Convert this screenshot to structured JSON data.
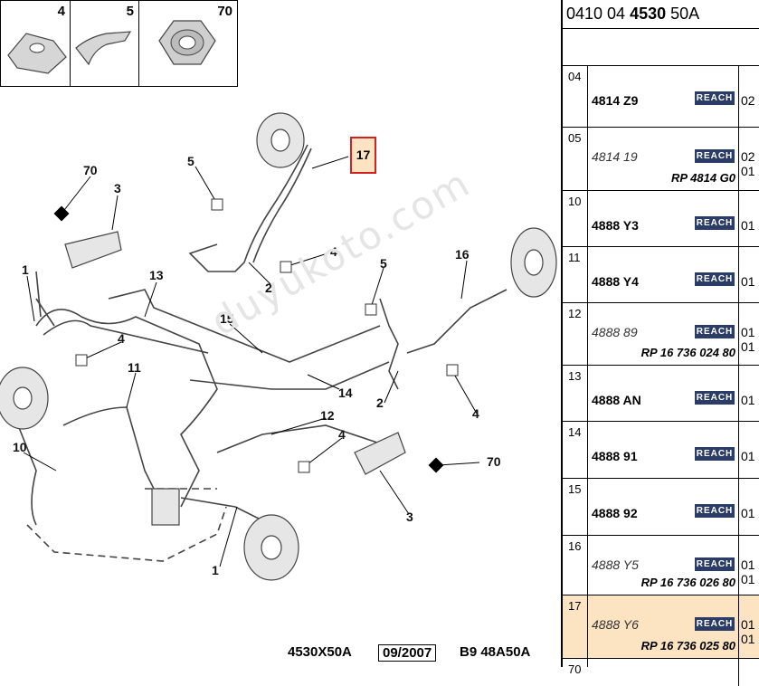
{
  "thumbnails": [
    {
      "num": "4",
      "icon": "clip-icon"
    },
    {
      "num": "5",
      "icon": "clip-icon"
    },
    {
      "num": "70",
      "icon": "nut-icon"
    }
  ],
  "callouts": {
    "c1a": "1",
    "c1b": "1",
    "c2a": "2",
    "c2b": "2",
    "c3a": "3",
    "c3b": "3",
    "c4a": "4",
    "c4b": "4",
    "c4c": "4",
    "c4d": "4",
    "c5a": "5",
    "c5b": "5",
    "c10": "10",
    "c11": "11",
    "c12": "12",
    "c13": "13",
    "c14": "14",
    "c15": "15",
    "c16": "16",
    "c70a": "70",
    "c70b": "70",
    "c17": "17"
  },
  "watermark": "duyukoto.com",
  "footer": {
    "ref": "4530X50A",
    "date": "09/2007",
    "code": "B9 48A50A"
  },
  "table": {
    "header_prefix": "0410 04 ",
    "header_bold": "4530",
    "header_suffix": " 50A",
    "reach_label": "REACH",
    "rows": [
      {
        "idx": "04",
        "code": "4814 Z9",
        "italic": false,
        "qty": [
          "02"
        ],
        "rp": ""
      },
      {
        "idx": "05",
        "code": "4814 19",
        "italic": true,
        "qty": [
          "02",
          "01"
        ],
        "rp": "RP 4814 G0"
      },
      {
        "idx": "10",
        "code": "4888 Y3",
        "italic": false,
        "qty": [
          "01"
        ],
        "rp": ""
      },
      {
        "idx": "11",
        "code": "4888 Y4",
        "italic": false,
        "qty": [
          "01"
        ],
        "rp": ""
      },
      {
        "idx": "12",
        "code": "4888 89",
        "italic": true,
        "qty": [
          "01",
          "01"
        ],
        "rp": "RP 16 736 024 80"
      },
      {
        "idx": "13",
        "code": "4888 AN",
        "italic": false,
        "qty": [
          "01"
        ],
        "rp": ""
      },
      {
        "idx": "14",
        "code": "4888 91",
        "italic": false,
        "qty": [
          "01"
        ],
        "rp": ""
      },
      {
        "idx": "15",
        "code": "4888 92",
        "italic": false,
        "qty": [
          "01"
        ],
        "rp": ""
      },
      {
        "idx": "16",
        "code": "4888 Y5",
        "italic": true,
        "qty": [
          "01",
          "01"
        ],
        "rp": "RP 16 736 026 80"
      },
      {
        "idx": "17",
        "code": "4888 Y6",
        "italic": true,
        "qty": [
          "01",
          "01"
        ],
        "rp": "RP 16 736 025 80",
        "highlight": true
      },
      {
        "idx": "70",
        "code": "",
        "italic": false,
        "qty": [],
        "rp": ""
      }
    ]
  },
  "colors": {
    "highlight_fill": "#fce4c2",
    "highlight_border": "#d61f1f",
    "reach_badge": "#2b3d66"
  }
}
